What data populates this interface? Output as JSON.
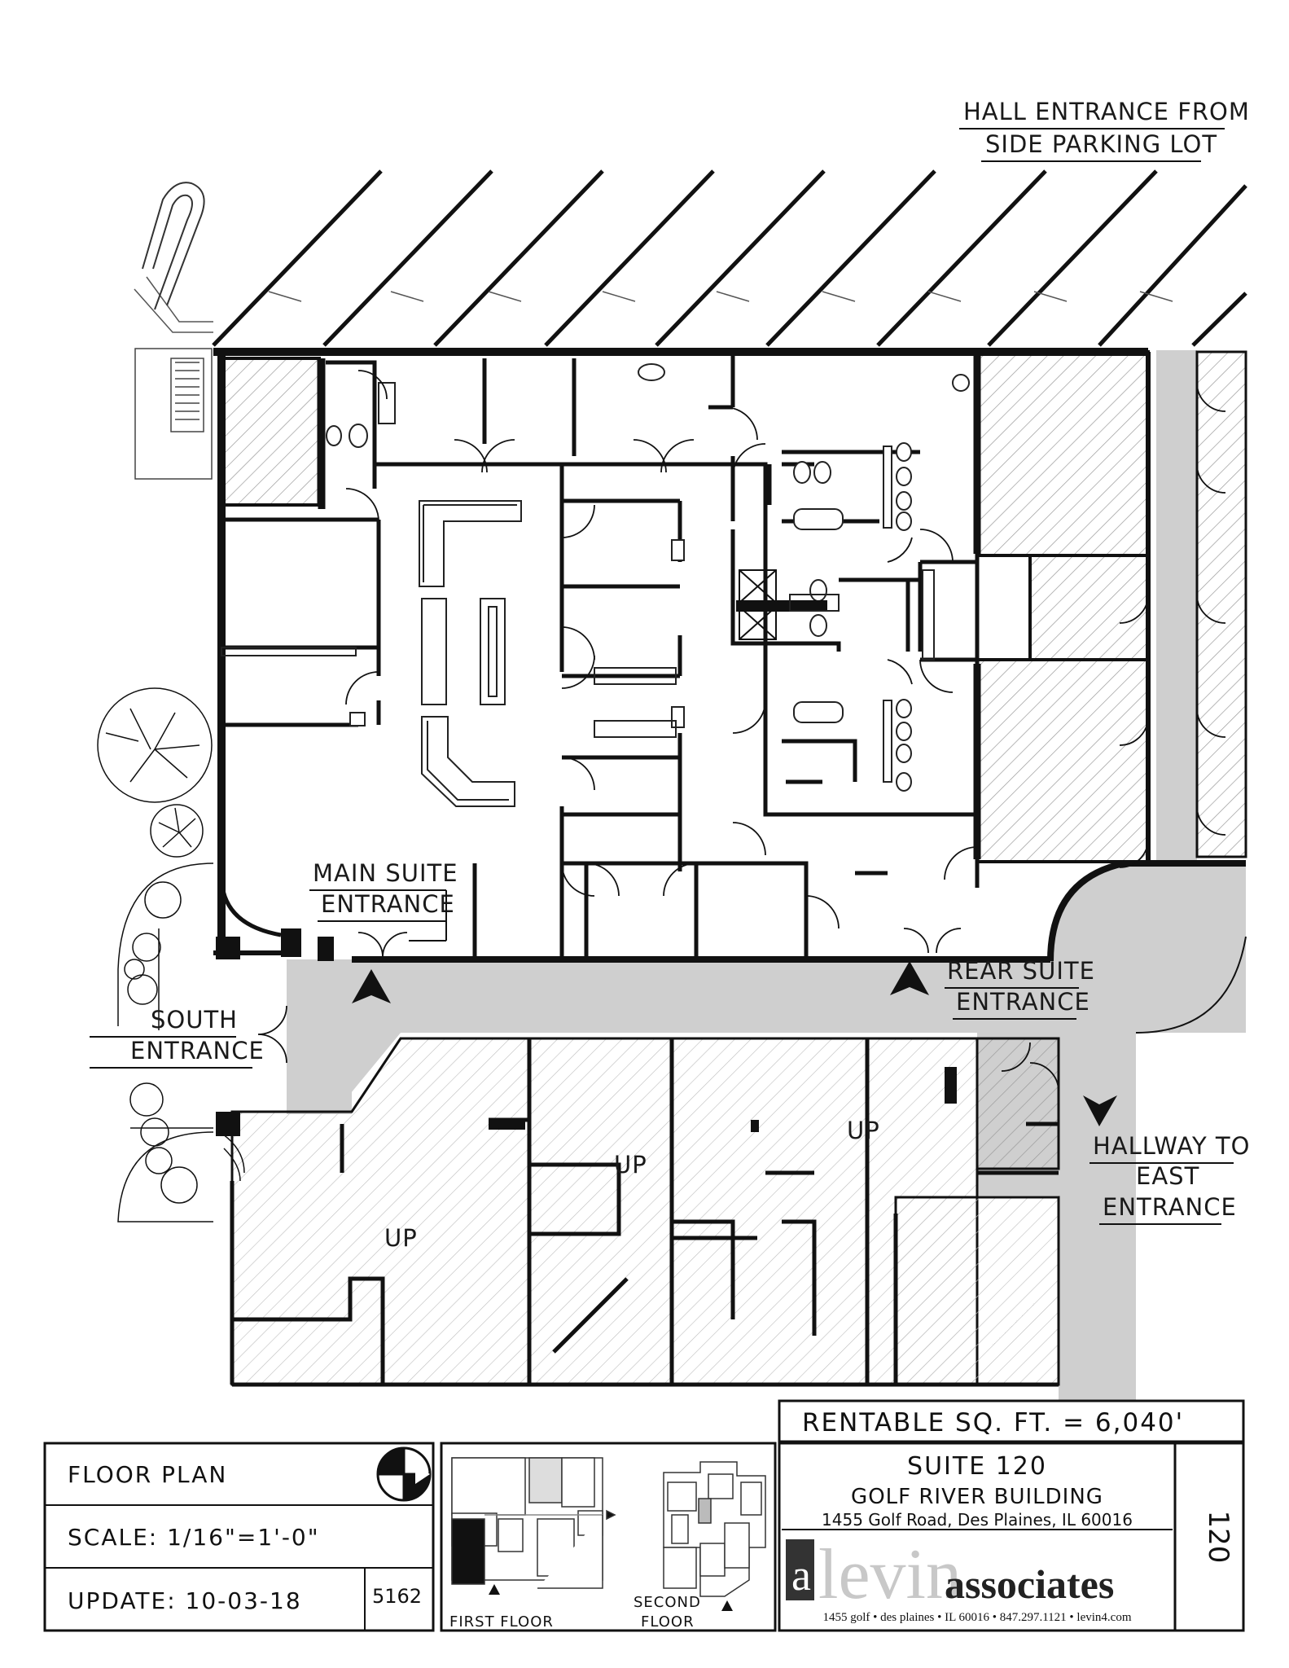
{
  "labels": {
    "hall_entrance_line1": "HALL ENTRANCE FROM",
    "hall_entrance_line2": "SIDE PARKING LOT",
    "main_suite_line1": "MAIN SUITE",
    "main_suite_line2": "ENTRANCE",
    "rear_suite_line1": "REAR SUITE",
    "rear_suite_line2": "ENTRANCE",
    "south_line1": "SOUTH",
    "south_line2": "ENTRANCE",
    "hallway_line1": "HALLWAY TO",
    "hallway_line2": "EAST",
    "hallway_line3": "ENTRANCE",
    "stair_up": "UP"
  },
  "title_block": {
    "rentable": "RENTABLE SQ. FT. = 6,040'",
    "floor_plan": "FLOOR PLAN",
    "scale": "SCALE: 1/16\"=1'-0\"",
    "update": "UPDATE: 10-03-18",
    "job_number": "5162",
    "first_floor": "FIRST FLOOR",
    "second_floor_line1": "SECOND",
    "second_floor_line2": "FLOOR",
    "suite": "SUITE 120",
    "building": "GOLF RIVER BUILDING",
    "address": "1455 Golf Road, Des Plaines, IL 60016",
    "suite_side": "120",
    "logo_letter": "a",
    "logo_word1": "levin",
    "logo_word2": "associates",
    "footer": "1455 golf • des plaines • IL 60016 • 847.297.1121 • levin4.com"
  },
  "colors": {
    "wall": "#111111",
    "corridor": "#cfcfcf",
    "hatch": "#9a9a9a",
    "first_floor_highlight": "#111111"
  }
}
